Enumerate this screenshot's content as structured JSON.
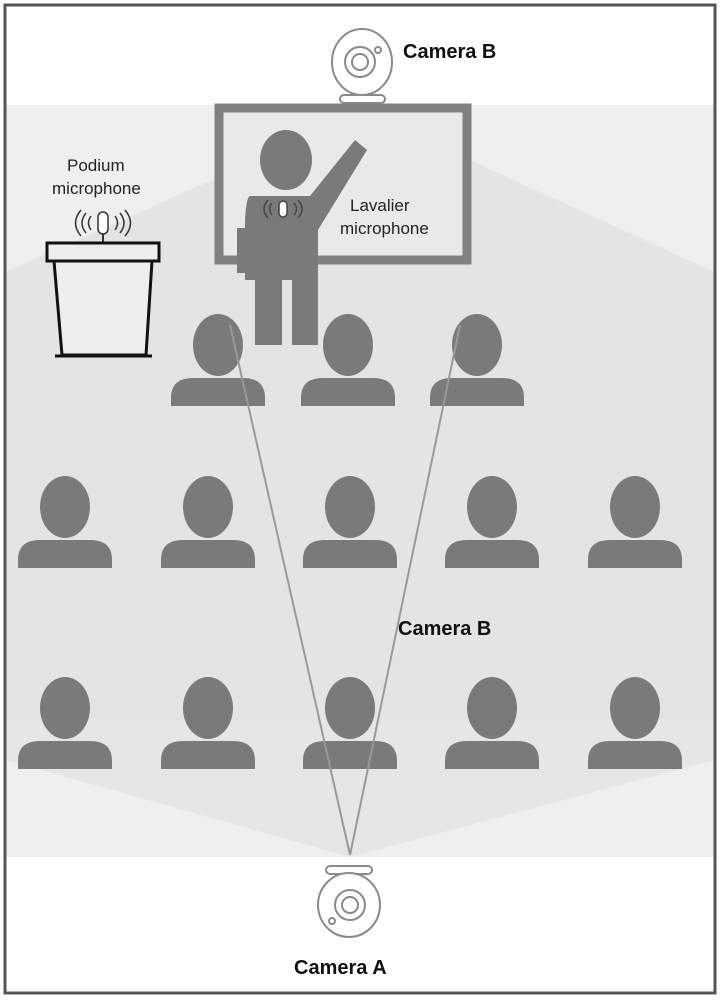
{
  "labels": {
    "camera_b_top": "Camera B",
    "camera_b_mid": "Camera B",
    "camera_a": "Camera A",
    "podium_line1": "Podium",
    "podium_line2": "microphone",
    "lavalier_line1": "Lavalier",
    "lavalier_line2": "microphone"
  },
  "icons": [
    "webcam-icon",
    "microphone-icon",
    "person-icon",
    "podium-icon",
    "whiteboard-icon"
  ],
  "colors": {
    "figure": "#7a7a7a",
    "frame": "#555555",
    "field": "#e6e6e6"
  }
}
